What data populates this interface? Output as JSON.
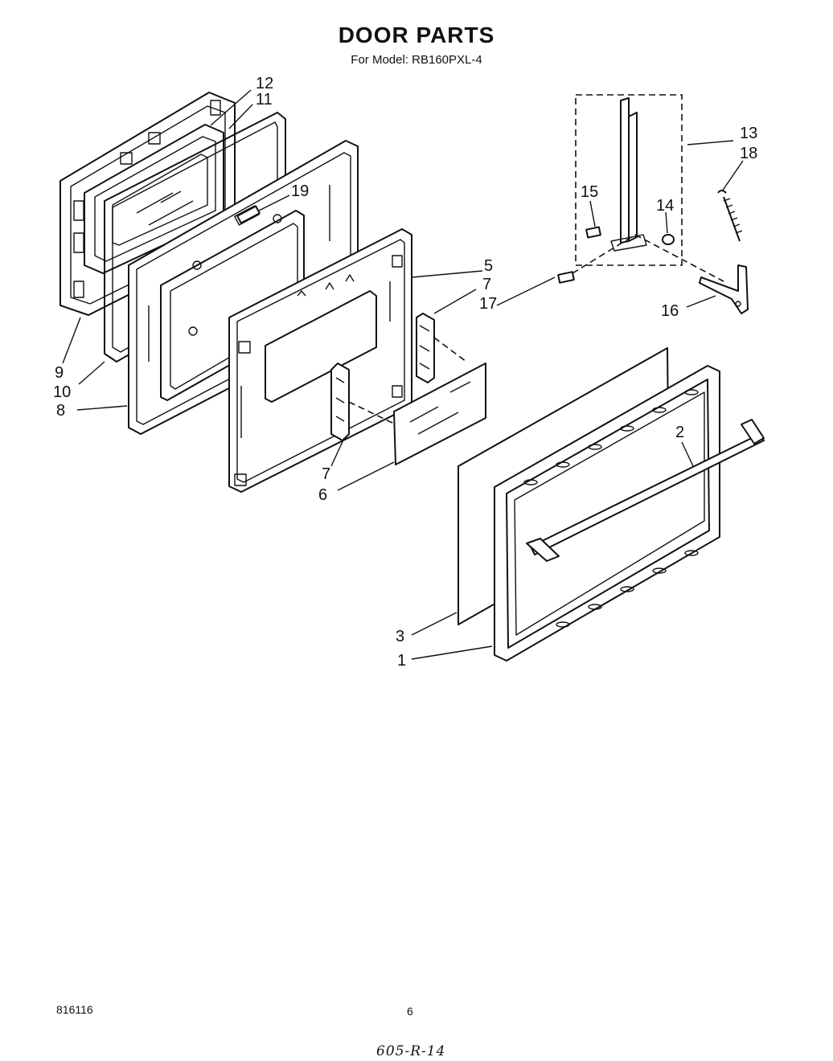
{
  "header": {
    "title": "DOOR PARTS",
    "subtitle": "For Model: RB160PXL-4"
  },
  "diagram": {
    "callouts": {
      "c1": "1",
      "c2": "2",
      "c3": "3",
      "c5": "5",
      "c6": "6",
      "c7a": "7",
      "c7b": "7",
      "c8": "8",
      "c9": "9",
      "c10": "10",
      "c11": "11",
      "c12": "12",
      "c13": "13",
      "c14": "14",
      "c15": "15",
      "c16": "16",
      "c17": "17",
      "c18": "18",
      "c19": "19"
    }
  },
  "footer": {
    "doc_number": "816116",
    "page_number": "6",
    "handwritten_code": "605-R-14"
  }
}
